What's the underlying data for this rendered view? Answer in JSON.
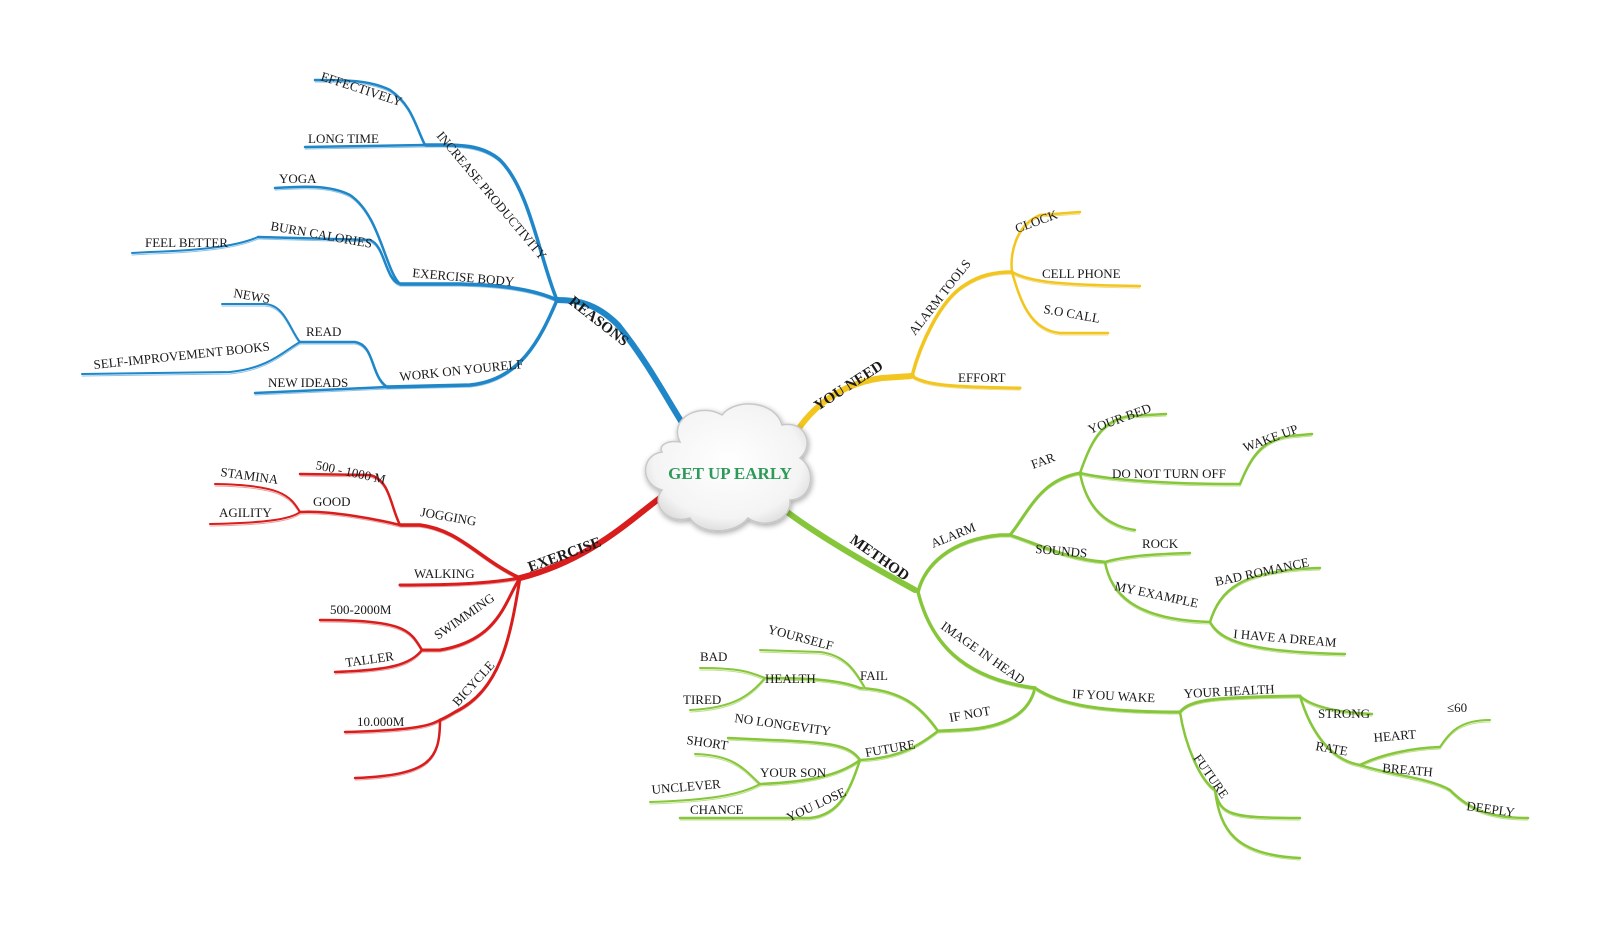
{
  "center": {
    "label": "GET UP EARLY",
    "color": "#2e9a5a"
  },
  "colors": {
    "reasons": "#1f86c8",
    "reasons_light": "#8fc3e6",
    "you_need": "#f2c61f",
    "you_need_light": "#f0dc8a",
    "method": "#86c63a",
    "method_light": "#bfe08f",
    "exercise": "#d91c1c",
    "exercise_light": "#e8a0a0"
  },
  "reasons": {
    "label": "REASONS",
    "increase_productivity": "INCREASE PRODUCTIVITY",
    "effectively": "EFFECTIVELY",
    "long_time": "LONG TIME",
    "exercise_body": "EXERCISE BODY",
    "yoga": "YOGA",
    "burn_calories": "BURN CALORIES",
    "feel_better": "FEEL BETTER",
    "work_on_yourself": "WORK ON YOURELF",
    "read": "READ",
    "news": "NEWS",
    "self_improvement_books": "SELF-IMPROVEMENT BOOKS",
    "new_ideas": "NEW IDEADS"
  },
  "you_need": {
    "label": "YOU NEED",
    "alarm_tools": "ALARM TOOLS",
    "clock": "CLOCK",
    "cell_phone": "CELL PHONE",
    "so_call": "S.O CALL",
    "effort": "EFFORT"
  },
  "method": {
    "label": "METHOD",
    "alarm": "ALARM",
    "far": "FAR",
    "your_bed": "YOUR BED",
    "do_not_turn_off": "DO NOT TURN OFF",
    "wake_up": "WAKE UP",
    "sounds": "SOUNDS",
    "rock": "ROCK",
    "my_example": "MY EXAMPLE",
    "bad_romance": "BAD ROMANCE",
    "i_have_a_dream": "I HAVE A DREAM",
    "image_in_head": "IMAGE IN HEAD",
    "if_not": "IF NOT",
    "fail": "FAIL",
    "yourself": "YOURSELF",
    "health": "HEALTH",
    "bad": "BAD",
    "tired": "TIRED",
    "future": "FUTURE",
    "no_longevity": "NO LONGEVITY",
    "your_son": "YOUR SON",
    "short": "SHORT",
    "unclever": "UNCLEVER",
    "you_lose": "YOU LOSE",
    "chance": "CHANCE",
    "if_you_wake": "IF YOU WAKE",
    "your_health": "YOUR HEALTH",
    "strong": "STRONG",
    "rate": "RATE",
    "heart": "HEART",
    "lt60": "≤60",
    "breath": "BREATH",
    "deeply": "DEEPLY",
    "future2": "FUTURE"
  },
  "exercise": {
    "label": "EXERCISE",
    "jogging": "JOGGING",
    "dist_500_1000": "500 - 1000 M",
    "good": "GOOD",
    "stamina": "STAMINA",
    "agility": "AGILITY",
    "walking": "WALKING",
    "swimming": "SWIMMING",
    "dist_500_2000": "500-2000M",
    "taller": "TALLER",
    "bicycle": "BICYCLE",
    "dist_10000": "10.000M"
  }
}
